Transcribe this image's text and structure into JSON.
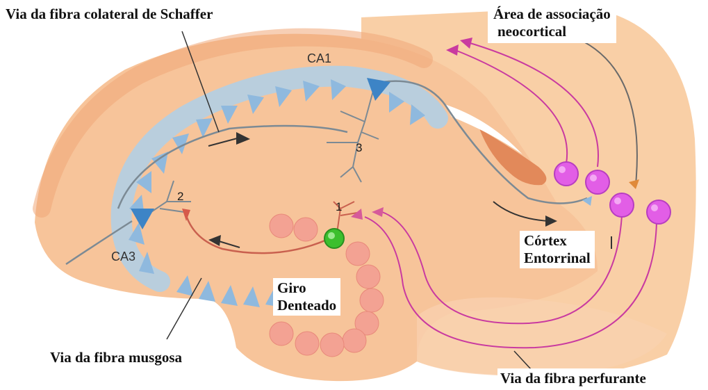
{
  "labels": {
    "schaffer": "Via da fibra colateral de Schaffer",
    "assoc_line1": "Área de associação",
    "assoc_line2": "neocortical",
    "ca1": "CA1",
    "ca3": "CA3",
    "num1": "1",
    "num2": "2",
    "num3": "3",
    "cortex_line1": "Córtex",
    "cortex_line2": "Entorrinal",
    "giro_line1": "Giro",
    "giro_line2": "Denteado",
    "musgosa": "Via da fibra musgosa",
    "perfurante": "Via da fibra perfurante"
  },
  "colors": {
    "tissue": "#f7c9a0",
    "tissue_dark": "#f0ae80",
    "ca_band": "#b6cad8",
    "pyramidal": "#8fb8dd",
    "pyramidal_cell": "#3d84c6",
    "granule": "#f3a293",
    "granule_active": "#3cbf2e",
    "mossy_fiber": "#c9604e",
    "perforant": "#c93aa0",
    "entorhinal_cell": "#e25ee6",
    "axon_gray": "#7c8a94"
  }
}
